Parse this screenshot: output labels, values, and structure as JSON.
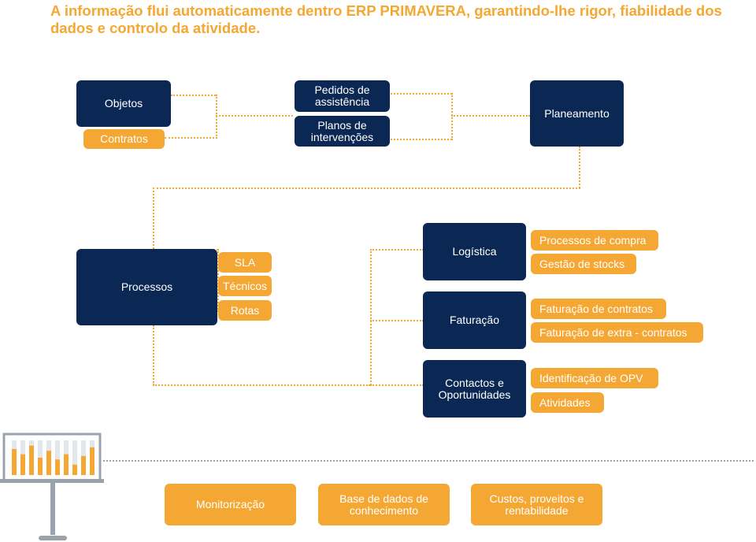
{
  "title": "A informação flui automaticamente dentro ERP PRIMAVERA, garantindo-lhe rigor, fiabilidade dos dados e controlo da atividade.",
  "colors": {
    "navy": "#0b2854",
    "orange": "#f5a733",
    "connector_grey": "#9aa3ad"
  },
  "top_row": {
    "objetos": "Objetos",
    "contratos": "Contratos",
    "pedidos": "Pedidos de assistência",
    "planos": "Planos de intervenções",
    "planeamento": "Planeamento"
  },
  "processos": {
    "label": "Processos",
    "tags": [
      "SLA",
      "Técnicos",
      "Rotas"
    ]
  },
  "logistica": {
    "label": "Logística",
    "tags": [
      "Processos de compra",
      "Gestão de stocks"
    ]
  },
  "faturacao": {
    "label": "Faturação",
    "tags": [
      "Faturação de contratos",
      "Faturação de extra - contratos"
    ]
  },
  "contactos": {
    "label": "Contactos e Oportunidades",
    "tags": [
      "Identificação de OPV",
      "Atividades"
    ]
  },
  "bottom": {
    "icon": "presentation-board-chart-icon",
    "chart_values": [
      0.75,
      0.6,
      0.85,
      0.5,
      0.7,
      0.45,
      0.6,
      0.3,
      0.55,
      0.8
    ],
    "items": [
      "Monitorização",
      "Base de dados de conhecimento",
      "Custos, proveitos e rentabilidade"
    ]
  }
}
